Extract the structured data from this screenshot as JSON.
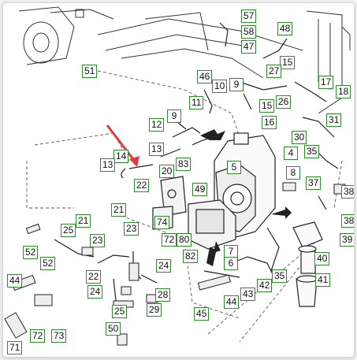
{
  "diagram": {
    "label_border_color": "#2e8b2e",
    "arrow_color": "#e8383d",
    "line_color": "#333333",
    "callouts": [
      {
        "text": "57"
      },
      {
        "text": "58"
      },
      {
        "text": "47"
      },
      {
        "text": "48"
      },
      {
        "text": "15"
      },
      {
        "text": "27"
      },
      {
        "text": "46"
      },
      {
        "text": "10"
      },
      {
        "text": "9"
      },
      {
        "text": "26"
      },
      {
        "text": "17"
      },
      {
        "text": "18"
      },
      {
        "text": "11"
      },
      {
        "text": "15"
      },
      {
        "text": "16"
      },
      {
        "text": "51"
      },
      {
        "text": "9"
      },
      {
        "text": "12"
      },
      {
        "text": "31"
      },
      {
        "text": "13"
      },
      {
        "text": "30"
      },
      {
        "text": "5"
      },
      {
        "text": "4"
      },
      {
        "text": "35"
      },
      {
        "text": "14"
      },
      {
        "text": "13"
      },
      {
        "text": "20"
      },
      {
        "text": "83"
      },
      {
        "text": "8"
      },
      {
        "text": "37"
      },
      {
        "text": "22"
      },
      {
        "text": "49"
      },
      {
        "text": "38"
      },
      {
        "text": "21"
      },
      {
        "text": "74"
      },
      {
        "text": "21"
      },
      {
        "text": "38"
      },
      {
        "text": "25"
      },
      {
        "text": "23"
      },
      {
        "text": "23"
      },
      {
        "text": "72"
      },
      {
        "text": "80"
      },
      {
        "text": "39"
      },
      {
        "text": "52"
      },
      {
        "text": "52"
      },
      {
        "text": "7"
      },
      {
        "text": "82"
      },
      {
        "text": "6"
      },
      {
        "text": "24"
      },
      {
        "text": "40"
      },
      {
        "text": "22"
      },
      {
        "text": "35"
      },
      {
        "text": "41"
      },
      {
        "text": "44"
      },
      {
        "text": "24"
      },
      {
        "text": "42"
      },
      {
        "text": "28"
      },
      {
        "text": "43"
      },
      {
        "text": "44"
      },
      {
        "text": "25"
      },
      {
        "text": "29"
      },
      {
        "text": "45"
      },
      {
        "text": "50"
      },
      {
        "text": "72"
      },
      {
        "text": "73"
      },
      {
        "text": "71"
      }
    ]
  }
}
